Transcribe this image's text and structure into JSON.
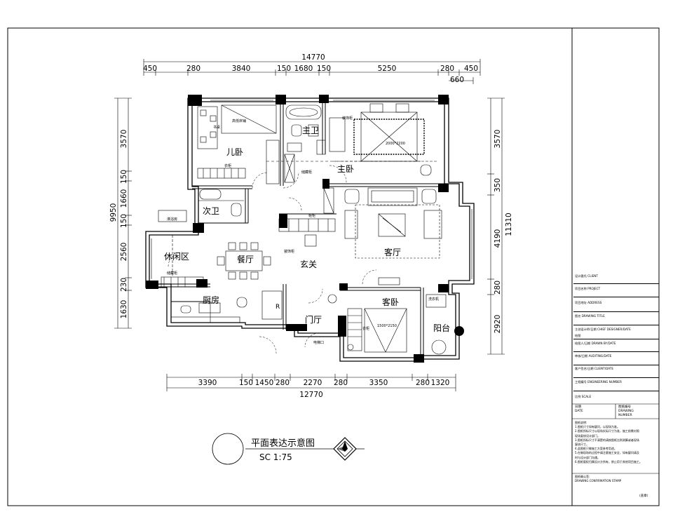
{
  "dims": {
    "top_total": "14770",
    "top": [
      "450",
      "280",
      "3840",
      "150",
      "1680",
      "150",
      "5250",
      "280",
      "450",
      "660"
    ],
    "bottom_total": "12770",
    "bottom": [
      "3390",
      "150",
      "1450",
      "280",
      "2270",
      "280",
      "3350",
      "280",
      "1320"
    ],
    "left_total": "9950",
    "left": [
      "3570",
      "150",
      "1660",
      "150",
      "2560",
      "230",
      "1630"
    ],
    "right_total": "11310",
    "right": [
      "3570",
      "350",
      "4190",
      "280",
      "2920"
    ]
  },
  "rooms": {
    "child_bedroom": "儿卧",
    "master_bath": "主卫",
    "master_bedroom": "主卧",
    "second_bath": "次卫",
    "leisure": "休闲区",
    "dining": "餐厅",
    "entrance": "玄关",
    "living": "客厅",
    "kitchen": "厨房",
    "foyer": "门厅",
    "guest_bedroom": "客卧",
    "balcony": "阳台"
  },
  "furniture_labels": {
    "raised_bed": "高低床铺",
    "desk": "书桌",
    "wardrobe_child": "衣柜",
    "storage_cab1": "储藏柜",
    "decor_cab1": "装饰柜",
    "bed_master": "2000*2200",
    "shower": "淋浴房",
    "shoe_cab": "鞋柜",
    "storage_cab2": "储藏柜",
    "decor_cab2": "装饰柜",
    "bed_guest": "1500*2150",
    "wardrobe_guest": "衣柜",
    "washer": "洗衣机",
    "elevator": "电梯口",
    "fridge": "R"
  },
  "title": {
    "name": "平面表达示意图",
    "scale": "SC   1:75"
  },
  "titleblock": {
    "client": "设计委托 CLIENT",
    "project": "项目名称 PROJECT",
    "address": "项目地址 ADDRESS",
    "drawing_title": "图名 DRAWING TITLE",
    "designer": "主创设计师/日期 CHIEF DESIGNER/DATE",
    "draft": "绘图",
    "drawn_by": "绘图人/日期 DRAWN BY/DATE",
    "audited": "审核/日期 AUDITING/DATE",
    "client_date": "客户签名/日期 CLIENT/DATE",
    "eng_no": "工程编号 ENGINEERING NUMBER",
    "scale": "比例 SCALE",
    "date_cn": "日期",
    "date_en": "DATE",
    "drawing_no_cn": "图纸编号",
    "drawing_no_en": "DRAWING",
    "number_en": "NUMBER",
    "notes_title": "图纸说明:",
    "notes": [
      "1.图纸尺寸如有疑问，以现场为准。",
      "2.图纸所标尺寸以现场实际尺寸为准，施工前需对照",
      "  现场复核设计部门。",
      "3.图纸所标尺寸不清楚的请按图纸比例测算或者现场",
      "  复核尺寸。",
      "4.此图纸只做施工方案参考用途。",
      "5.在做现场的过程中请注意施工安全，如有疑问请及",
      "  时与设计部门沟通。",
      "6.图纸版权归属设计方所有，禁止用于其他项目施工。"
    ],
    "confirm_cn": "图纸确认签:",
    "confirm_en": "DRAWING CONFIRMATION STAMP",
    "seal": "(盖章)"
  }
}
